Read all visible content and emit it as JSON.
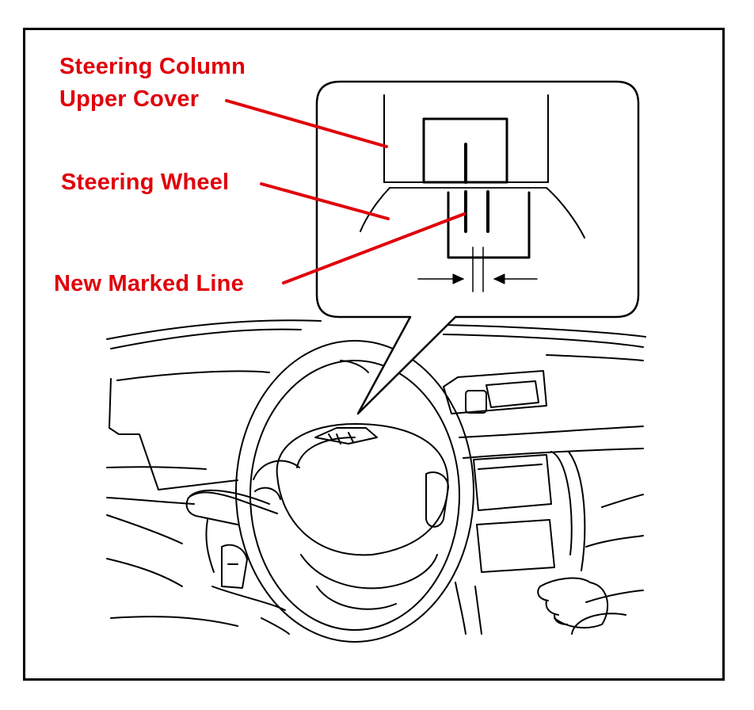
{
  "labels": {
    "column_cover_line1": "Steering Column",
    "column_cover_line2": "Upper Cover",
    "steering_wheel": "Steering Wheel",
    "new_marked_line": "New Marked Line"
  },
  "colors": {
    "label_text": "#e0000a",
    "leader_line": "#e0000a",
    "line_art": "#000000",
    "frame": "#000000",
    "background": "#ffffff"
  }
}
